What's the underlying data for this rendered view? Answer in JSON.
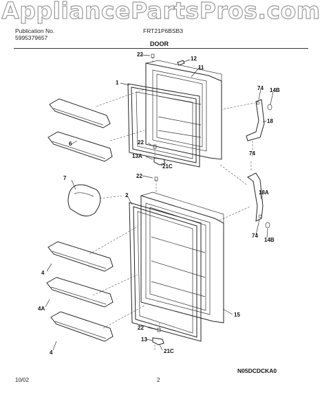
{
  "watermark": "AppliancePartsPros.com",
  "header": {
    "publication_label": "Publication No.",
    "publication_number": "5995379657",
    "model": "FRT21P6BSB3",
    "section": "DOOR"
  },
  "callouts": {
    "c1": "1",
    "c2": "2",
    "c4a": "4",
    "c4b": "4",
    "c4A": "4A",
    "c6": "6",
    "c7": "7",
    "c11": "11",
    "c12": "12",
    "c13": "13",
    "c13A": "13A",
    "c14B_top": "14B",
    "c14B_bot": "14B",
    "c15": "15",
    "c18": "18",
    "c18A": "18A",
    "c21C_top": "21C",
    "c21C_bot": "21C",
    "c22_a": "22",
    "c22_b": "22",
    "c22_c": "22",
    "c22_d": "22",
    "c74_a": "74",
    "c74_b": "74",
    "c74_c": "74"
  },
  "footer": {
    "date": "10/02",
    "page": "2",
    "diagram_code": "N05DCDCKA0"
  }
}
